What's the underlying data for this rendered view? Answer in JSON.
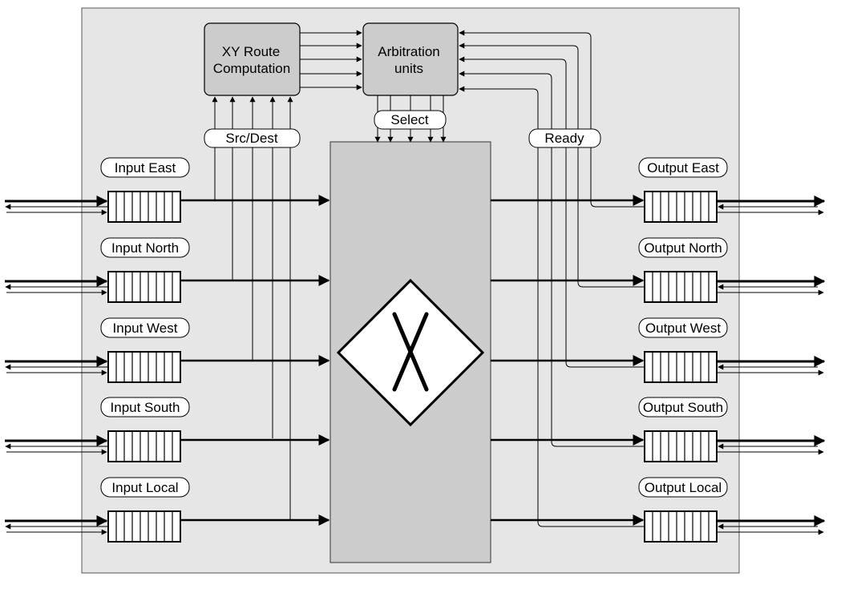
{
  "blocks": {
    "route_computation": [
      "XY Route",
      "Computation"
    ],
    "arbitration": [
      "Arbitration",
      "units"
    ]
  },
  "signals": {
    "src_dest": "Src/Dest",
    "select": "Select",
    "ready": "Ready"
  },
  "inputs": [
    {
      "label": "Input East"
    },
    {
      "label": "Input North"
    },
    {
      "label": "Input West"
    },
    {
      "label": "Input South"
    },
    {
      "label": "Input Local"
    }
  ],
  "outputs": [
    {
      "label": "Output East"
    },
    {
      "label": "Output North"
    },
    {
      "label": "Output West"
    },
    {
      "label": "Output South"
    },
    {
      "label": "Output Local"
    }
  ],
  "colors": {
    "router_fill": "#e6e6e6",
    "block_fill": "#cccccc",
    "crossbar_fill": "#cccccc",
    "line": "#000000"
  }
}
